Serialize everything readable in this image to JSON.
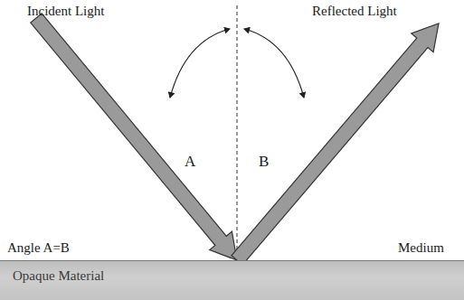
{
  "diagram": {
    "nodes": [
      {
        "text": [
          "Opaque Material"
        ]
      }
    ],
    "labels": [
      "Incident Light",
      "Reflected Light",
      "A",
      "B",
      "Angle A=B",
      "Medium"
    ]
  }
}
